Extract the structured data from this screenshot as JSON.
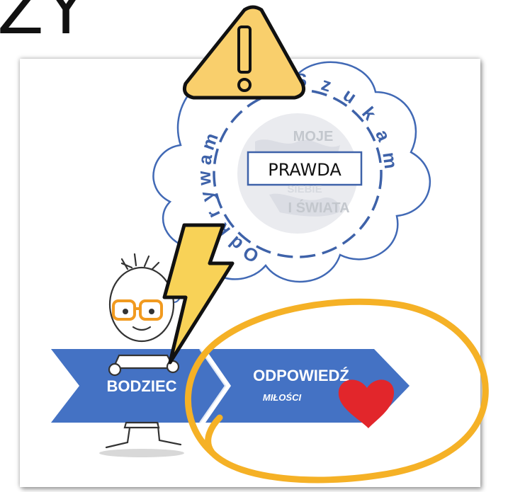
{
  "title_fragment": "ZY",
  "cloud": {
    "arc_letters": [
      "O",
      "d",
      "k",
      "r",
      "y",
      "w",
      "a",
      "m",
      "S",
      "z",
      "u",
      "k",
      "a",
      "m"
    ],
    "inner_top": "MOJE",
    "center_label": "PRAWDA",
    "inner_mid": "SIEBIE",
    "inner_bottom": "I ŚWIATA"
  },
  "arrow": {
    "left_label": "BODZIEC",
    "right_label": "ODPOWIEDŹ",
    "right_sublabel": "MIŁOŚCI"
  },
  "colors": {
    "banner_blue": "#4472c4",
    "banner_dark": "#2e569c",
    "cloud_stroke": "#3e62a9",
    "warning_fill": "#f9cf6c",
    "bolt_fill": "#f8d257",
    "ring_orange": "#f5b126",
    "heart_red": "#e2262b",
    "glasses_orange": "#f19a1f"
  },
  "icons": [
    "warning-icon",
    "lightning-icon",
    "heart-icon"
  ]
}
